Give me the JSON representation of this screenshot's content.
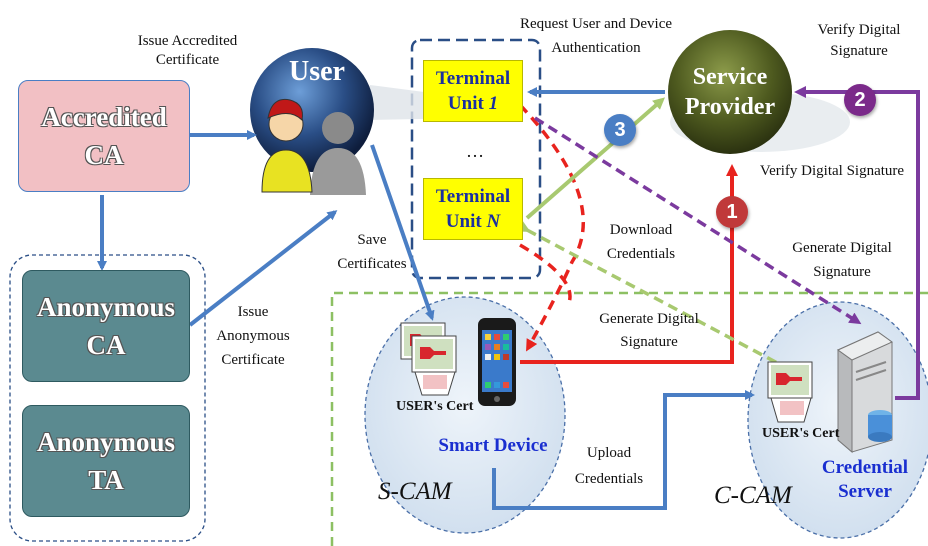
{
  "nodes": {
    "accredited_ca": "Accredited CA",
    "anonymous_ca": "Anonymous CA",
    "anonymous_ta": "Anonymous TA",
    "user": "User",
    "terminal_1_prefix": "Terminal Unit ",
    "terminal_1_index": "1",
    "terminal_ellipsis": "…",
    "terminal_n_prefix": "Terminal Unit ",
    "terminal_n_index": "N",
    "service_provider": "Service Provider",
    "smart_device": "Smart Device",
    "credential_server": "Credential Server",
    "s_cam": "S-CAM",
    "c_cam": "C-CAM",
    "user_cert_smart": "USER's Cert",
    "user_cert_server": "USER's Cert"
  },
  "edge_labels": {
    "issue_accredited": "Issue Accredited Certificate",
    "issue_anonymous": "Issue Anonymous Certificate",
    "save_certificates": "Save Certificates",
    "request_auth": "Request User and Device Authentication",
    "verify_sig_top": "Verify Digital Signature",
    "verify_sig_mid": "Verify  Digital  Signature",
    "download_credentials": "Download Credentials",
    "generate_sig_server": "Generate Digital Signature",
    "generate_sig_device": "Generate Digital  Signature",
    "upload_credentials": "Upload Credentials"
  },
  "steps": {
    "step1": "1",
    "step2": "2",
    "step3": "3"
  },
  "colors": {
    "ca_pink": "#f2c0c4",
    "anon_teal": "#5b8a90",
    "arrow_blue": "#4a7ec4",
    "arrow_red": "#e8231e",
    "arrow_purple": "#7b3a9e",
    "arrow_green": "#8dc063",
    "terminal_yellow": "#ffff00",
    "sp_green": "#4e5a1f"
  }
}
